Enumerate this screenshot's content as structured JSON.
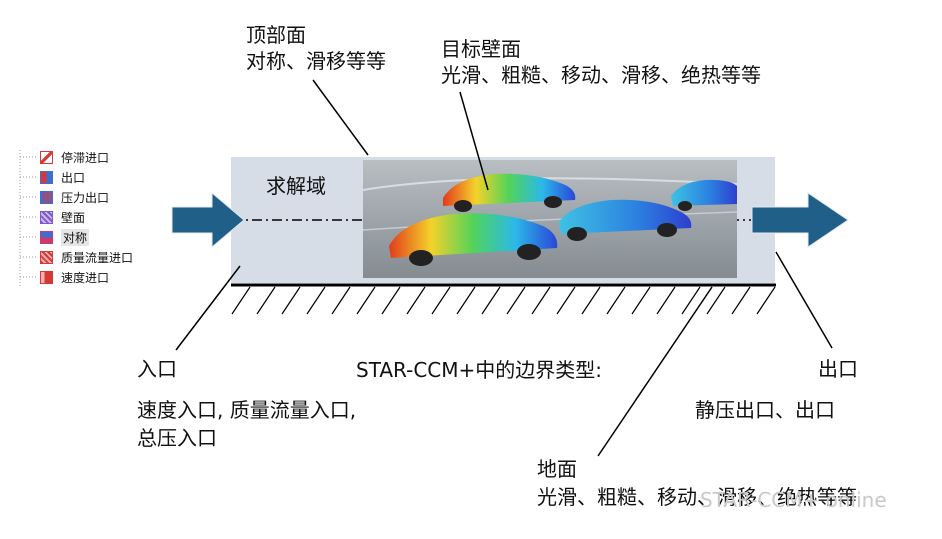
{
  "legend": {
    "items": [
      {
        "label": "停滞进口",
        "icon": "stagnation-inlet-icon",
        "color": "#d93838"
      },
      {
        "label": "出口",
        "icon": "outlet-icon",
        "color": "#3b6fd6"
      },
      {
        "label": "压力出口",
        "icon": "pressure-outlet-icon",
        "color": "#3b6fd6"
      },
      {
        "label": "壁面",
        "icon": "wall-icon",
        "color": "#7f59c9"
      },
      {
        "label": "对称",
        "icon": "symmetry-icon",
        "color": "#c83b6a"
      },
      {
        "label": "质量流量进口",
        "icon": "mass-flow-inlet-icon",
        "color": "#d93838"
      },
      {
        "label": "速度进口",
        "icon": "velocity-inlet-icon",
        "color": "#d93838"
      }
    ]
  },
  "top_label": {
    "title": "顶部面",
    "desc": "对称、滑移等等"
  },
  "target_label": {
    "title": "目标壁面",
    "desc": "光滑、粗糙、移动、滑移、绝热等等"
  },
  "domain_label": "求解域",
  "inlet_label": {
    "title": "入口",
    "desc1": "速度入口, 质量流量入口,",
    "desc2": "总压入口"
  },
  "center_label": "STAR-CCM+中的边界类型:",
  "outlet_label": {
    "title": "出口",
    "desc": "静压出口、出口"
  },
  "ground_label": {
    "title": "地面",
    "desc": "光滑、粗糙、移动、滑移、绝热等等"
  },
  "watermark": "STAR-CCM+ online",
  "colors": {
    "arrow": "#1f5f88",
    "domain": "#d6dde6",
    "ground_line": "#000000"
  }
}
